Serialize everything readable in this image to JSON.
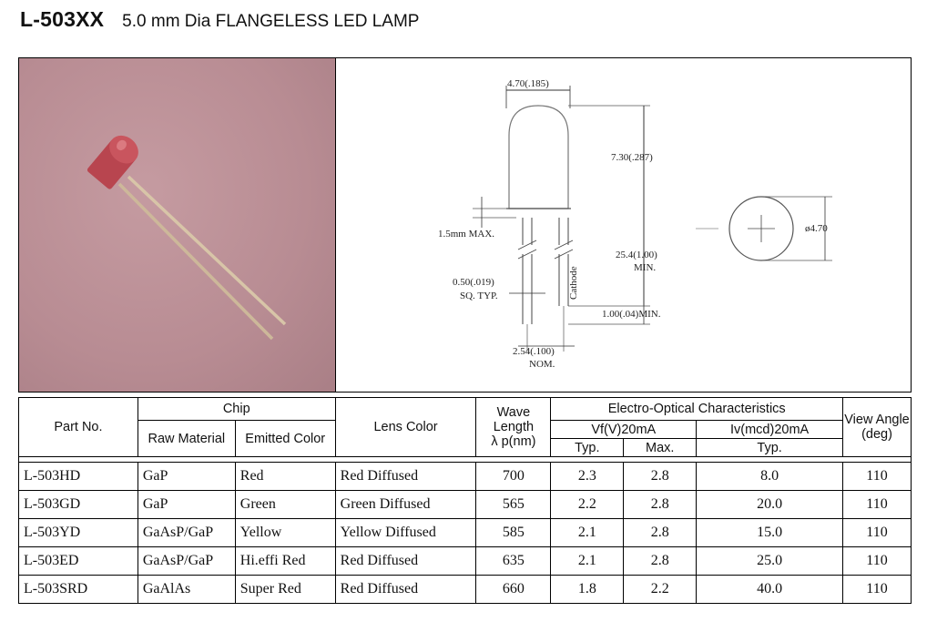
{
  "header": {
    "part_number": "L-503XX",
    "description": "5.0 mm Dia FLANGELESS LED LAMP"
  },
  "drawing": {
    "dim_width": "4.70(.185)",
    "dim_height": "7.30(.287)",
    "dim_flange": "1.5mm MAX.",
    "dim_lead_length": "25.4(1.00)",
    "dim_lead_length_min": "MIN.",
    "dim_lead_square": "0.50(.019)",
    "dim_lead_square_typ": "SQ. TYP.",
    "dim_lead_end": "1.00(.04)MIN.",
    "dim_pitch": "2.54(.100)",
    "dim_pitch_nom": "NOM.",
    "cathode_label": "Cathode",
    "dim_diameter": "ø4.70"
  },
  "table": {
    "headers": {
      "part_no": "Part No.",
      "chip": "Chip",
      "raw_material": "Raw Material",
      "emitted_color": "Emitted Color",
      "lens_color": "Lens Color",
      "wave_length": "Wave Length",
      "wave_unit": "λ p(nm)",
      "eo": "Electro-Optical Characteristics",
      "vf": "Vf(V)20mA",
      "iv": "Iv(mcd)20mA",
      "typ": "Typ.",
      "max": "Max.",
      "typ2": "Typ.",
      "view_angle": "View Angle",
      "view_unit": "(deg)"
    },
    "rows": [
      {
        "part": "L-503HD",
        "raw": "GaP",
        "emitted": "Red",
        "lens": "Red Diffused",
        "wave": "700",
        "vf_typ": "2.3",
        "vf_max": "2.8",
        "iv_typ": "8.0",
        "angle": "110"
      },
      {
        "part": "L-503GD",
        "raw": "GaP",
        "emitted": "Green",
        "lens": "Green Diffused",
        "wave": "565",
        "vf_typ": "2.2",
        "vf_max": "2.8",
        "iv_typ": "20.0",
        "angle": "110"
      },
      {
        "part": "L-503YD",
        "raw": "GaAsP/GaP",
        "emitted": "Yellow",
        "lens": "Yellow Diffused",
        "wave": "585",
        "vf_typ": "2.1",
        "vf_max": "2.8",
        "iv_typ": "15.0",
        "angle": "110"
      },
      {
        "part": "L-503ED",
        "raw": "GaAsP/GaP",
        "emitted": "Hi.effi Red",
        "lens": "Red Diffused",
        "wave": "635",
        "vf_typ": "2.1",
        "vf_max": "2.8",
        "iv_typ": "25.0",
        "angle": "110"
      },
      {
        "part": "L-503SRD",
        "raw": "GaAlAs",
        "emitted": "Super Red",
        "lens": "Red Diffused",
        "wave": "660",
        "vf_typ": "1.8",
        "vf_max": "2.2",
        "iv_typ": "40.0",
        "angle": "110"
      }
    ]
  },
  "colors": {
    "photo_background": "#b88c93",
    "led_lens": "#c0505a"
  }
}
